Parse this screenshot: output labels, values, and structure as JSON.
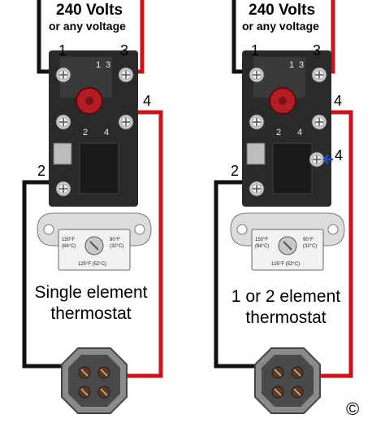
{
  "colors": {
    "hot_wire": "#c8141e",
    "neutral_wire": "#111111",
    "thermostat_body": "#2a2a2a",
    "reset_button": "#b21e24",
    "terminal": "#c9c9c9"
  },
  "panels": [
    {
      "header_line1": "240 Volts",
      "header_line2": "or any voltage",
      "terminals": {
        "t1": "1",
        "t2": "2",
        "t3": "3",
        "t4": "4",
        "inner1": "1",
        "inner2": "2",
        "inner3": "3",
        "inner4": "4"
      },
      "dial": {
        "hi": "150°F",
        "hi_c": "(66°C)",
        "lo": "90°F",
        "lo_c": "(32°C)",
        "mid": "125°F (52°C)"
      },
      "caption_line1": "Single element",
      "caption_line2": "thermostat"
    },
    {
      "header_line1": "240 Volts",
      "header_line2": "or any voltage",
      "terminals": {
        "t1": "1",
        "t2": "2",
        "t3": "3",
        "t4": "4",
        "t4b": "4",
        "inner1": "1",
        "inner2": "2",
        "inner3": "3",
        "inner4": "4"
      },
      "dial": {
        "hi": "150°F",
        "hi_c": "(66°C)",
        "lo": "90°F",
        "lo_c": "(32°C)",
        "mid": "125°F (52°C)"
      },
      "caption_line1": "1 or 2 element",
      "caption_line2": "thermostat"
    }
  ],
  "copyright_symbol": "©"
}
